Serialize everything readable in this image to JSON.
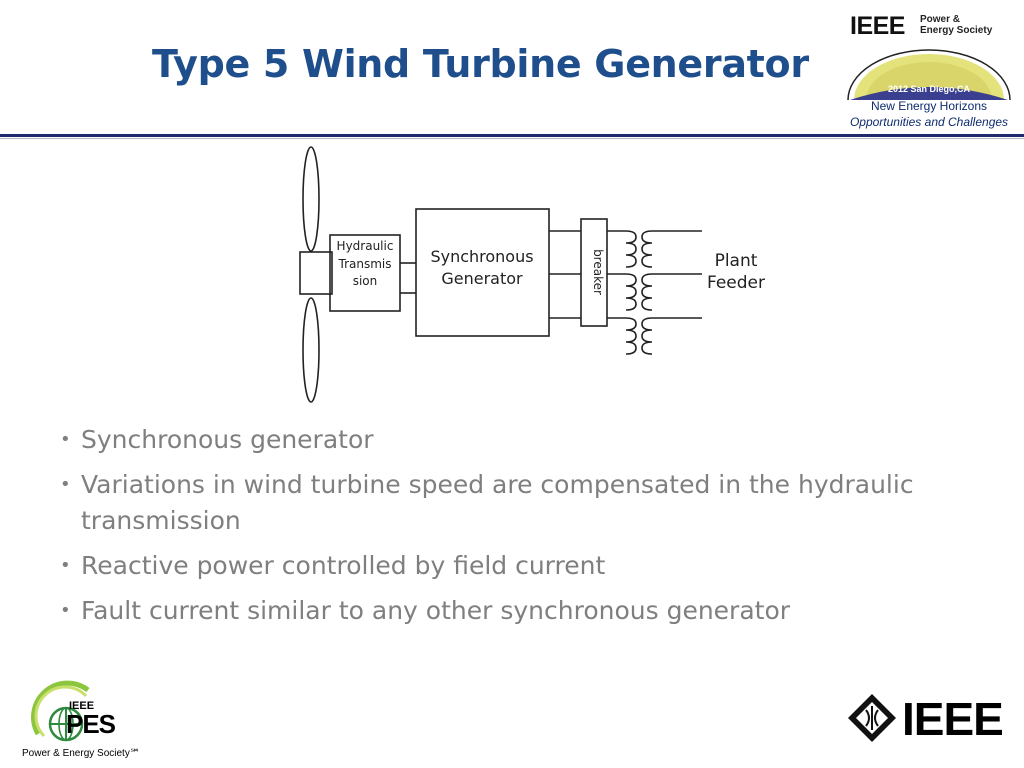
{
  "slide": {
    "title": "Type 5 Wind Turbine Generator",
    "colors": {
      "title": "#1f4e8c",
      "rule": "#1f2a6e",
      "bullet_text": "#7f7f7f",
      "diagram_line": "#222222"
    }
  },
  "conference_logo": {
    "org": "IEEE",
    "society": [
      "Power &",
      "Energy Society"
    ],
    "event": "2012 San Diego,CA",
    "tagline_1": "New Energy Horizons",
    "tagline_2": "Opportunities and Challenges"
  },
  "diagram": {
    "hydraulic_label": [
      "Hydraulic",
      "Transmis",
      "sion"
    ],
    "generator_label": [
      "Synchronous",
      "Generator"
    ],
    "breaker_label": "breaker",
    "feeder_label": [
      "Plant",
      "Feeder"
    ]
  },
  "bullets": [
    "Synchronous generator",
    "Variations in wind turbine speed are compensated in the hydraulic transmission",
    "Reactive power controlled by field current",
    "Fault current similar to any other synchronous generator"
  ],
  "footer": {
    "pes_logo": {
      "ieee": "IEEE",
      "big": "PES",
      "caption": "Power & Energy Society℠"
    },
    "ieee_logo": "IEEE"
  }
}
